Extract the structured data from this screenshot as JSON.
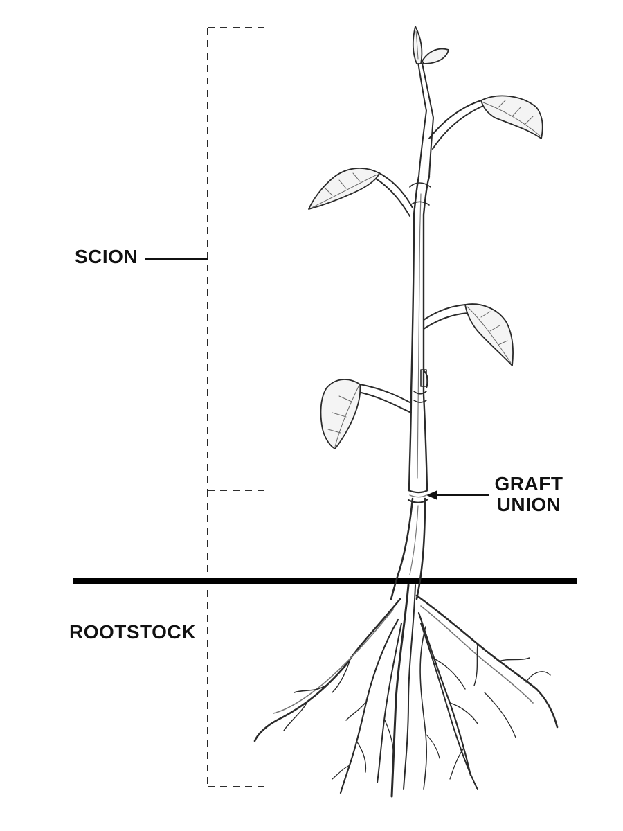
{
  "labels": {
    "scion": "SCION",
    "graft_line1": "GRAFT",
    "graft_line2": "UNION",
    "rootstock": "ROOTSTOCK"
  },
  "colors": {
    "ink": "#111111",
    "sketch": "#2a2a2a",
    "shade": "#777777",
    "background": "#ffffff"
  }
}
